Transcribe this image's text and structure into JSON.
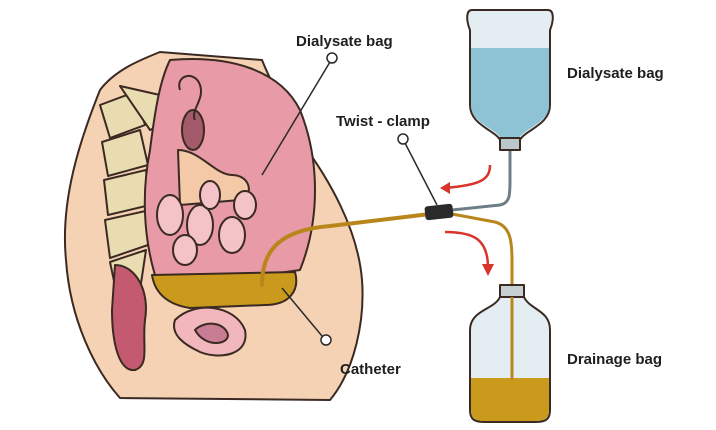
{
  "labels": {
    "dialysate_bag_body": "Dialysate bag",
    "dialysate_bag_supply": "Dialysate bag",
    "twist_clamp": "Twist - clamp",
    "catheter": "Catheter",
    "drainage_bag": "Drainage bag"
  },
  "colors": {
    "skin": "#f6d2b4",
    "peritoneum": "#e89aa6",
    "fluid": "#c99a1c",
    "dialysate": "#8ec3d6",
    "arrow": "#d9342b"
  }
}
